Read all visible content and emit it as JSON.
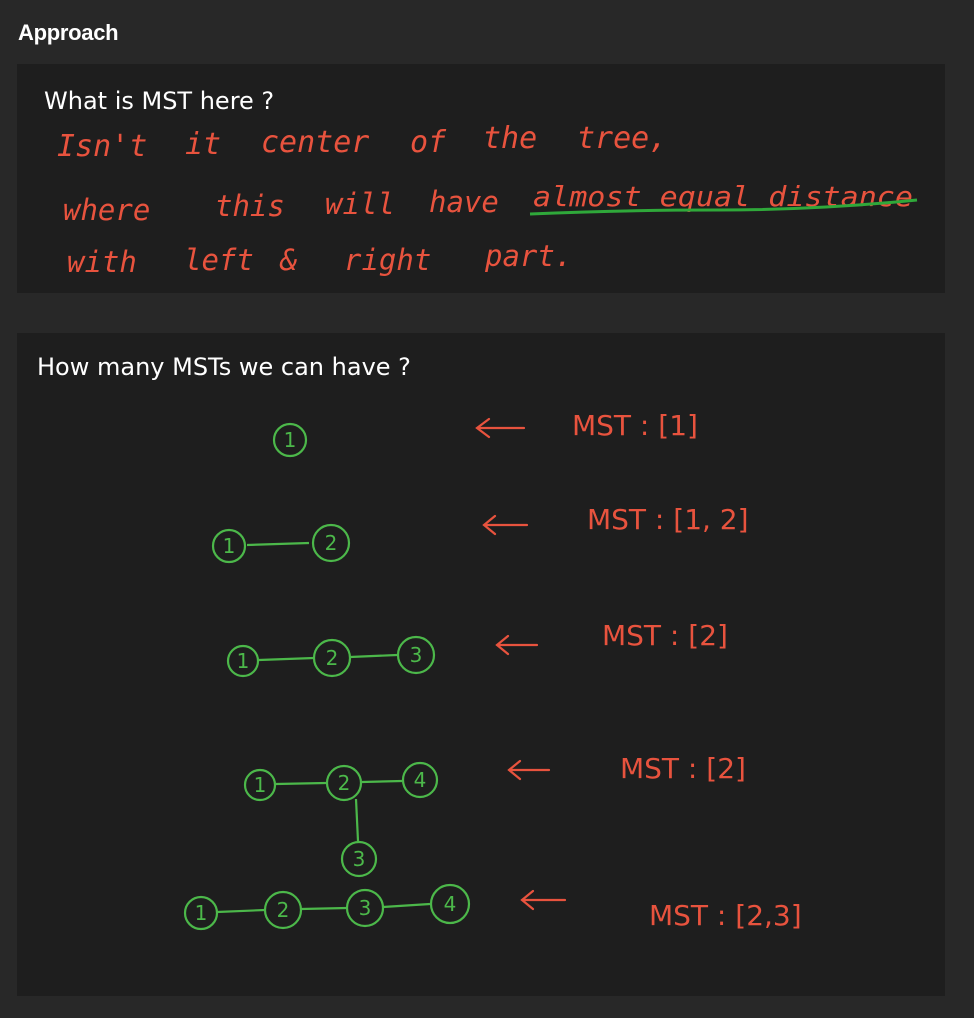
{
  "heading": "Approach",
  "section1": {
    "question": "What is MST here ?",
    "lines": [
      [
        "Isn't",
        "it",
        "center",
        "of",
        "the",
        "tree,"
      ],
      [
        "where",
        "this",
        "will",
        "have",
        "almost equal distance"
      ],
      [
        "with",
        "left",
        "&",
        "right",
        "part."
      ]
    ],
    "underline_color": "#2fa83a"
  },
  "section2": {
    "question": "How many MSTs we can have ?",
    "trees": [
      {
        "nodes": [
          "1"
        ],
        "mst_label": "MST : [1]"
      },
      {
        "nodes": [
          "1",
          "2"
        ],
        "mst_label": "MST : [1, 2]"
      },
      {
        "nodes": [
          "1",
          "2",
          "3"
        ],
        "mst_label": "MST : [2]"
      },
      {
        "nodes": [
          "1",
          "2",
          "4",
          "3"
        ],
        "mst_label": "MST : [2]"
      },
      {
        "nodes": [
          "1",
          "2",
          "3",
          "4"
        ],
        "mst_label": "MST : [2,3]"
      }
    ]
  },
  "colors": {
    "page_bg": "#282828",
    "panel_bg": "#1e1e1e",
    "handwriting_red": "#e8533e",
    "tree_green": "#4cb84a"
  },
  "icons": [
    "left-arrow-icon"
  ]
}
